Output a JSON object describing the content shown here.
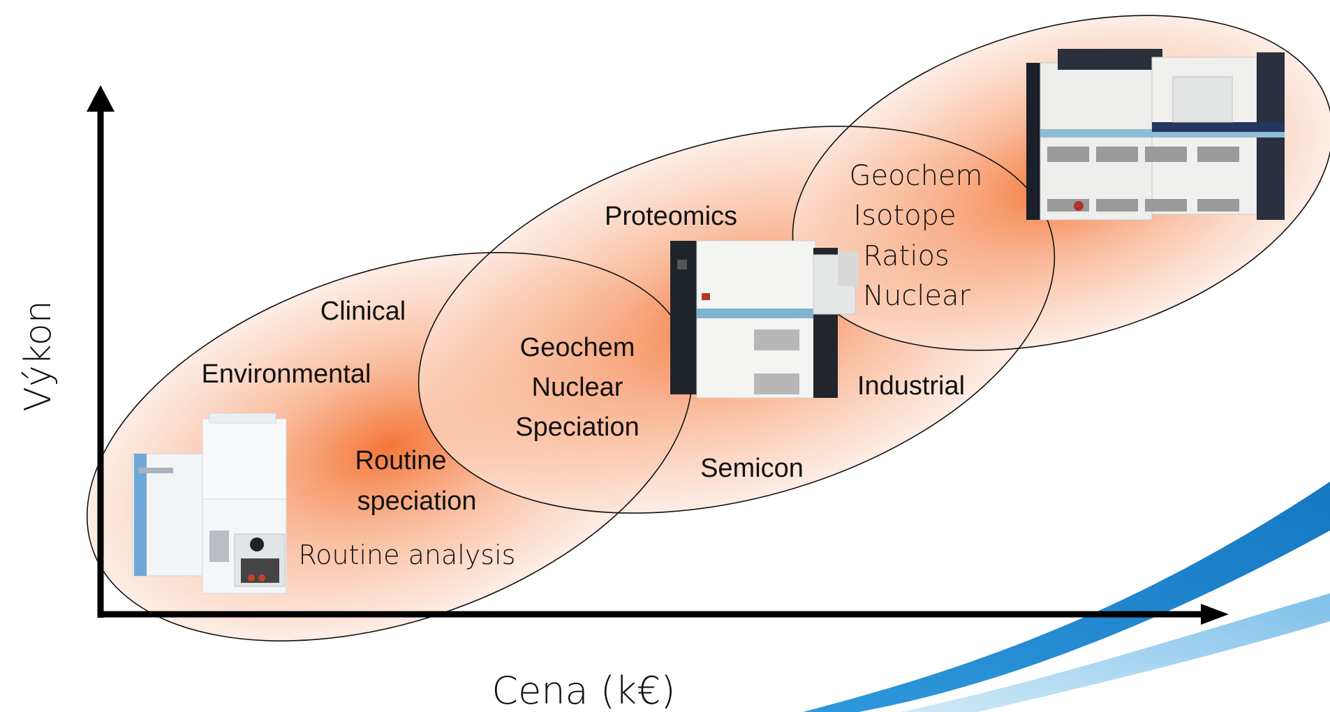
{
  "axes": {
    "y_label": "Výkon",
    "x_label": "Cena (k€)"
  },
  "regions": {
    "low": {
      "labels": [
        "Clinical",
        "Environmental",
        "Routine",
        "speciation",
        "Routine analysis"
      ]
    },
    "mid": {
      "labels": [
        "Proteomics",
        "Geochem",
        "Nuclear",
        "Speciation",
        "Industrial",
        "Semicon"
      ]
    },
    "high": {
      "labels": [
        "Geochem",
        "Isotope",
        "Ratios",
        "Nuclear"
      ]
    }
  },
  "instruments": {
    "low": "instrument-low",
    "mid": "instrument-mid",
    "high": "instrument-high"
  },
  "colors": {
    "ellipse_center": "#f57a3c",
    "ellipse_edge": "#fde7dc",
    "outline": "#111111",
    "swoosh_dark": "#1e88d1",
    "swoosh_light": "#8cc9ee"
  }
}
